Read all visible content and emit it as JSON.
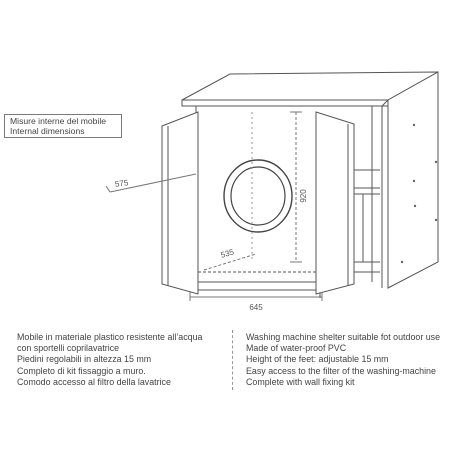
{
  "legend": {
    "line1": "Misure interne del mobile",
    "line2": "Internal dimensions"
  },
  "dimensions": {
    "depth_diag": "575",
    "depth_inner": "535",
    "height": "920",
    "width": "645"
  },
  "description_it": [
    "Mobile in materiale plastico resistente all’acqua",
    "con sportelli coprilavatrice",
    "Piedini regolabili in altezza 15 mm",
    "Completo di kit fissaggio a muro.",
    "Comodo accesso al filtro della lavatrice"
  ],
  "description_en": [
    "Washing machine shelter suitable fot outdoor use",
    "Made of water-proof PVC",
    "Height of the feet: adjustable 15 mm",
    "Easy access to the filter of the washing-machine",
    "Complete with wall fixing kit"
  ]
}
